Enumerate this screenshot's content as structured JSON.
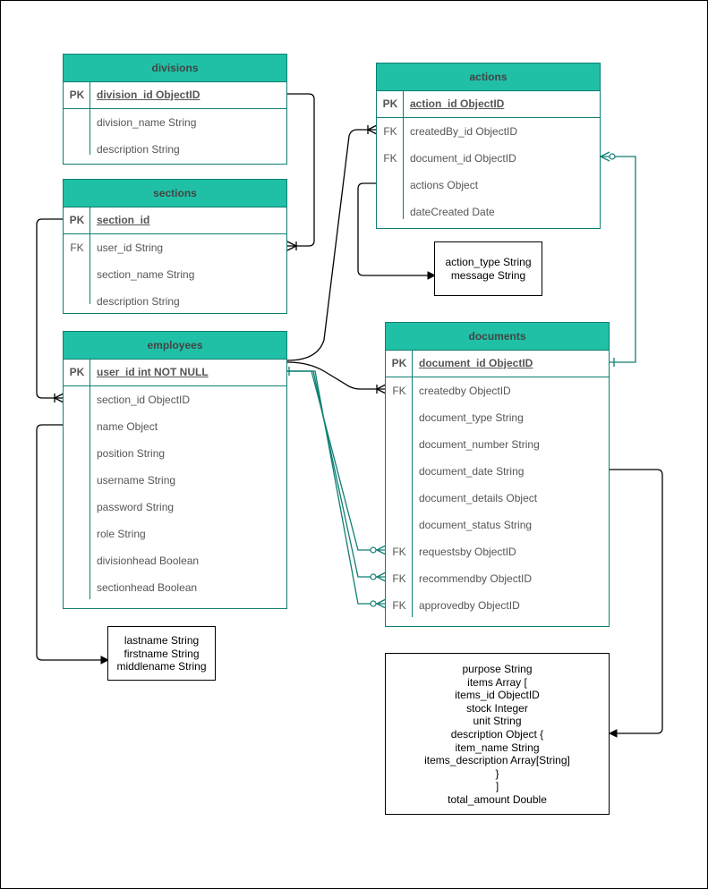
{
  "tables": [
    {
      "id": "divisions",
      "title": "divisions",
      "rows": [
        {
          "key": "PK",
          "text": "division_id ObjectID",
          "pk": true
        },
        {
          "key": "",
          "text": "division_name String"
        },
        {
          "key": "",
          "text": "description String"
        }
      ]
    },
    {
      "id": "sections",
      "title": "sections",
      "rows": [
        {
          "key": "PK",
          "text": "section_id",
          "pk": true
        },
        {
          "key": "FK",
          "text": "user_id String"
        },
        {
          "key": "",
          "text": "section_name String"
        },
        {
          "key": "",
          "text": "description String"
        }
      ]
    },
    {
      "id": "employees",
      "title": "employees",
      "rows": [
        {
          "key": "PK",
          "text": "user_id int NOT NULL",
          "pk": true
        },
        {
          "key": "",
          "text": "section_id ObjectID"
        },
        {
          "key": "",
          "text": "name Object"
        },
        {
          "key": "",
          "text": "position String"
        },
        {
          "key": "",
          "text": "username String"
        },
        {
          "key": "",
          "text": "password String"
        },
        {
          "key": "",
          "text": "role String"
        },
        {
          "key": "",
          "text": "divisionhead Boolean"
        },
        {
          "key": "",
          "text": "sectionhead Boolean"
        }
      ]
    },
    {
      "id": "actions",
      "title": "actions",
      "rows": [
        {
          "key": "PK",
          "text": "action_id ObjectID",
          "pk": true
        },
        {
          "key": "FK",
          "text": "createdBy_id ObjectID"
        },
        {
          "key": "FK",
          "text": "document_id ObjectID"
        },
        {
          "key": "",
          "text": "actions Object"
        },
        {
          "key": "",
          "text": "dateCreated Date"
        }
      ]
    },
    {
      "id": "documents",
      "title": "documents",
      "rows": [
        {
          "key": "PK",
          "text": "document_id ObjectID",
          "pk": true
        },
        {
          "key": "FK",
          "text": "createdby ObjectID"
        },
        {
          "key": "",
          "text": "document_type String"
        },
        {
          "key": "",
          "text": "document_number String"
        },
        {
          "key": "",
          "text": "document_date String"
        },
        {
          "key": "",
          "text": "document_details Object"
        },
        {
          "key": "",
          "text": "document_status String"
        },
        {
          "key": "FK",
          "text": "requestsby ObjectID"
        },
        {
          "key": "FK",
          "text": "recommendby ObjectID"
        },
        {
          "key": "FK",
          "text": "approvedby ObjectID"
        }
      ]
    }
  ],
  "notes": [
    {
      "id": "action-object",
      "lines": [
        "action_type String",
        "message String"
      ]
    },
    {
      "id": "name-object",
      "lines": [
        "lastname String",
        "firstname String",
        "middlename String"
      ]
    },
    {
      "id": "document-details-object",
      "lines": [
        "purpose String",
        "items Array [",
        "items_id ObjectID",
        "stock Integer",
        "unit String",
        "description Object {",
        "item_name String",
        "items_description Array[String]",
        "}",
        "]",
        "total_amount Double"
      ]
    }
  ],
  "colors": {
    "header_fill": "#20c0a6",
    "table_stroke": "#0e7f73",
    "text": "#555555"
  }
}
